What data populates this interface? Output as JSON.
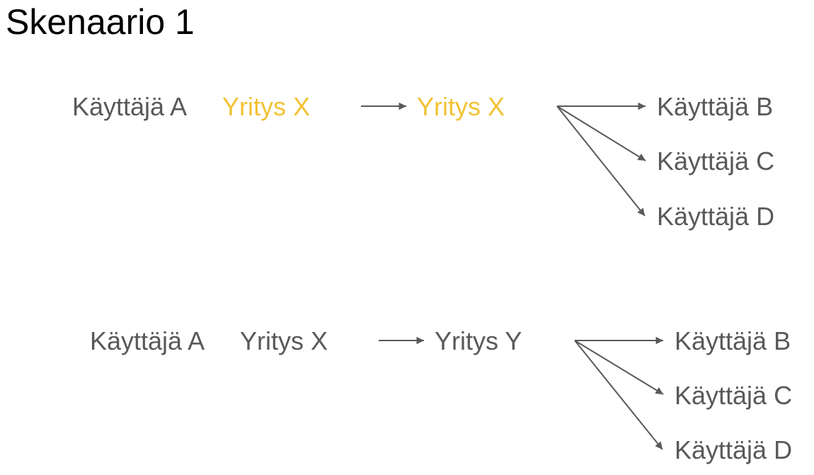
{
  "title": "Skenaario 1",
  "colors": {
    "text": "#595959",
    "highlight": "#F1C232",
    "title": "#000000"
  },
  "scenarios": [
    {
      "source_user": "Käyttäjä A",
      "source_company": "Yritys X",
      "source_company_highlighted": true,
      "target_company": "Yritys X",
      "target_company_highlighted": true,
      "recipients": [
        "Käyttäjä B",
        "Käyttäjä C",
        "Käyttäjä D"
      ]
    },
    {
      "source_user": "Käyttäjä A",
      "source_company": "Yritys X",
      "source_company_highlighted": false,
      "target_company": "Yritys Y",
      "target_company_highlighted": false,
      "recipients": [
        "Käyttäjä B",
        "Käyttäjä C",
        "Käyttäjä D"
      ]
    }
  ]
}
